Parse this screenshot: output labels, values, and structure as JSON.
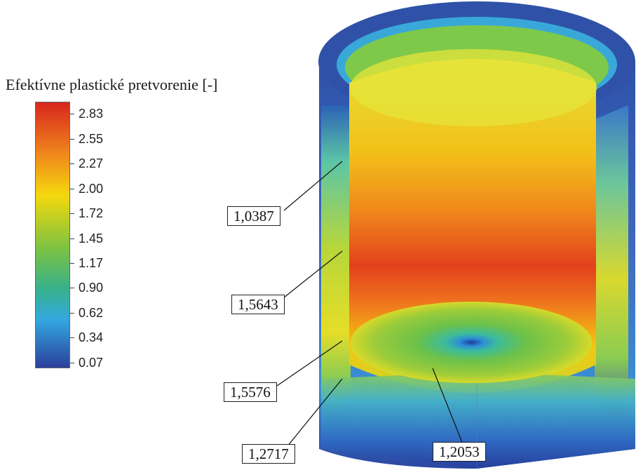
{
  "legend": {
    "title": "Efektívne plastické pretvorenie [-]",
    "ticks": [
      "2.83",
      "2.55",
      "2.27",
      "2.00",
      "1.72",
      "1.45",
      "1.17",
      "0.90",
      "0.62",
      "0.34",
      "0.07"
    ]
  },
  "callouts": [
    "1,0387",
    "1,5643",
    "1,5576",
    "1,2717",
    "1,2053"
  ],
  "colors": {
    "max": "#d7261d",
    "high": "#f08a1c",
    "mid_high": "#f5d80d",
    "mid": "#7dc242",
    "mid_low": "#38b28a",
    "low": "#33a8e0",
    "min": "#2b3f9a"
  }
}
